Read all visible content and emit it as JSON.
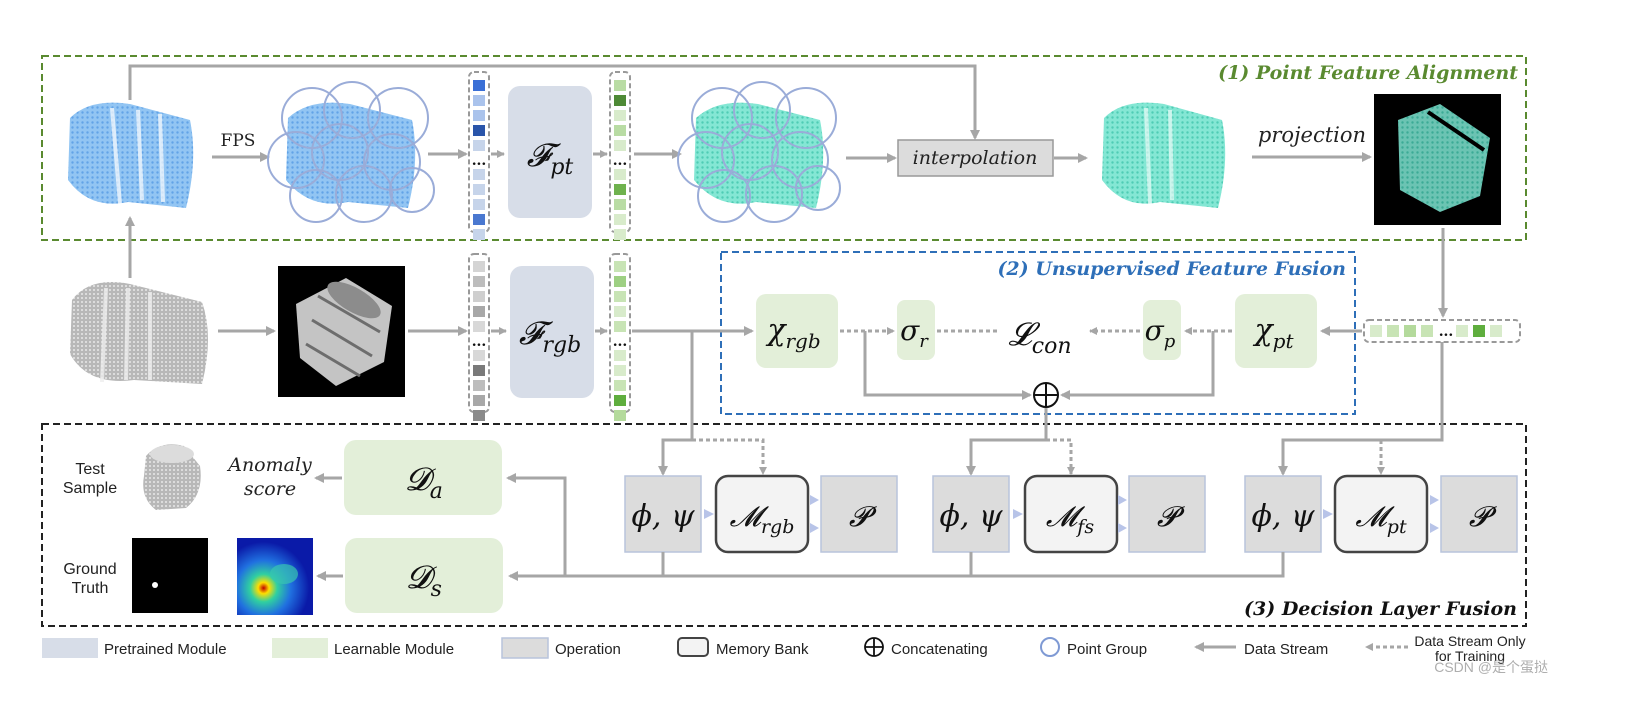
{
  "sections": {
    "alignment": {
      "label": "(1) Point Feature Alignment",
      "color": "#5a8a30"
    },
    "fusion": {
      "label": "(2) Unsupervised Feature Fusion",
      "color": "#2e6fb8"
    },
    "decision": {
      "label": "(3) Decision Layer Fusion",
      "color": "#222222"
    }
  },
  "labels": {
    "fps": "FPS",
    "interpolation": "interpolation",
    "projection": "projection",
    "dots": "...",
    "oplus": "⊕"
  },
  "modules": {
    "f_pt": {
      "main": "𝓕",
      "sub": "pt"
    },
    "f_rgb": {
      "main": "𝓕",
      "sub": "rgb"
    },
    "chi_rgb": {
      "main": "χ",
      "sub": "rgb"
    },
    "chi_pt": {
      "main": "χ",
      "sub": "pt"
    },
    "sigma_r": {
      "main": "σ",
      "sub": "r"
    },
    "sigma_p": {
      "main": "σ",
      "sub": "p"
    },
    "loss": {
      "main": "𝓛",
      "sub": "con"
    },
    "phi_psi": "ϕ, ψ",
    "m_rgb": {
      "main": "𝓜",
      "sub": "rgb"
    },
    "m_fs": {
      "main": "𝓜",
      "sub": "fs"
    },
    "m_pt": {
      "main": "𝓜",
      "sub": "pt"
    },
    "p": "𝓟",
    "d_a": {
      "main": "𝓓",
      "sub": "a"
    },
    "d_s": {
      "main": "𝓓",
      "sub": "s"
    }
  },
  "outputs": {
    "test_sample": "Test\nSample",
    "ground_truth": "Ground\nTruth",
    "anomaly_score": "Anomaly\nscore"
  },
  "legend": {
    "pretrained": "Pretrained Module",
    "learnable": "Learnable Module",
    "operation": "Operation",
    "memory_bank": "Memory Bank",
    "concatenating": "Concatenating",
    "point_group": "Point Group",
    "data_stream": "Data Stream",
    "data_stream_training": "Data Stream Only\nfor Training"
  },
  "watermark": "CSDN @是个蛋挞",
  "colors": {
    "pretrained": "#d7dde8",
    "learnable": "#e3efd9",
    "operation": "#dcdcdc",
    "memory_border": "#444444",
    "arrow": "#a6a6a6",
    "point_cloud_blue": "#7ab4ec",
    "point_cloud_cyan": "#66dcc8",
    "circle": "#9aacd8"
  },
  "feature_columns": {
    "pt_in": [
      "#3a6fd6",
      "#aac3ec",
      "#aac3ec",
      "#2a55aa",
      "#c6d4ea",
      "#c6d4ea",
      "#c6d4ea",
      "#c6d4ea",
      "#4a78d0",
      "#c6d4ea"
    ],
    "pt_out": [
      "#b9dca4",
      "#4e8a36",
      "#d8ebcb",
      "#b9dca4",
      "#d8ebcb",
      "#d8ebcb",
      "#6fb24e",
      "#b9dca4",
      "#d8ebcb",
      "#d8ebcb"
    ],
    "rgb_in": [
      "#d4d4d4",
      "#bdbdbd",
      "#cfcfcf",
      "#a8a8a8",
      "#d8d8d8",
      "#d8d8d8",
      "#7a7a7a",
      "#bdbdbd",
      "#a8a8a8",
      "#8a8a8a"
    ],
    "rgb_out": [
      "#c8e4b5",
      "#9ed083",
      "#c8e4b5",
      "#d8ebcb",
      "#c8e4b5",
      "#d8ebcb",
      "#d8ebcb",
      "#c8e4b5",
      "#5fae3e",
      "#b4da9c"
    ],
    "fused_row": [
      "#d8ebcb",
      "#c8e4b5",
      "#b4da9c",
      "#c8e4b5",
      "#d8ebcb",
      "#5fae3e",
      "#d8ebcb"
    ]
  }
}
